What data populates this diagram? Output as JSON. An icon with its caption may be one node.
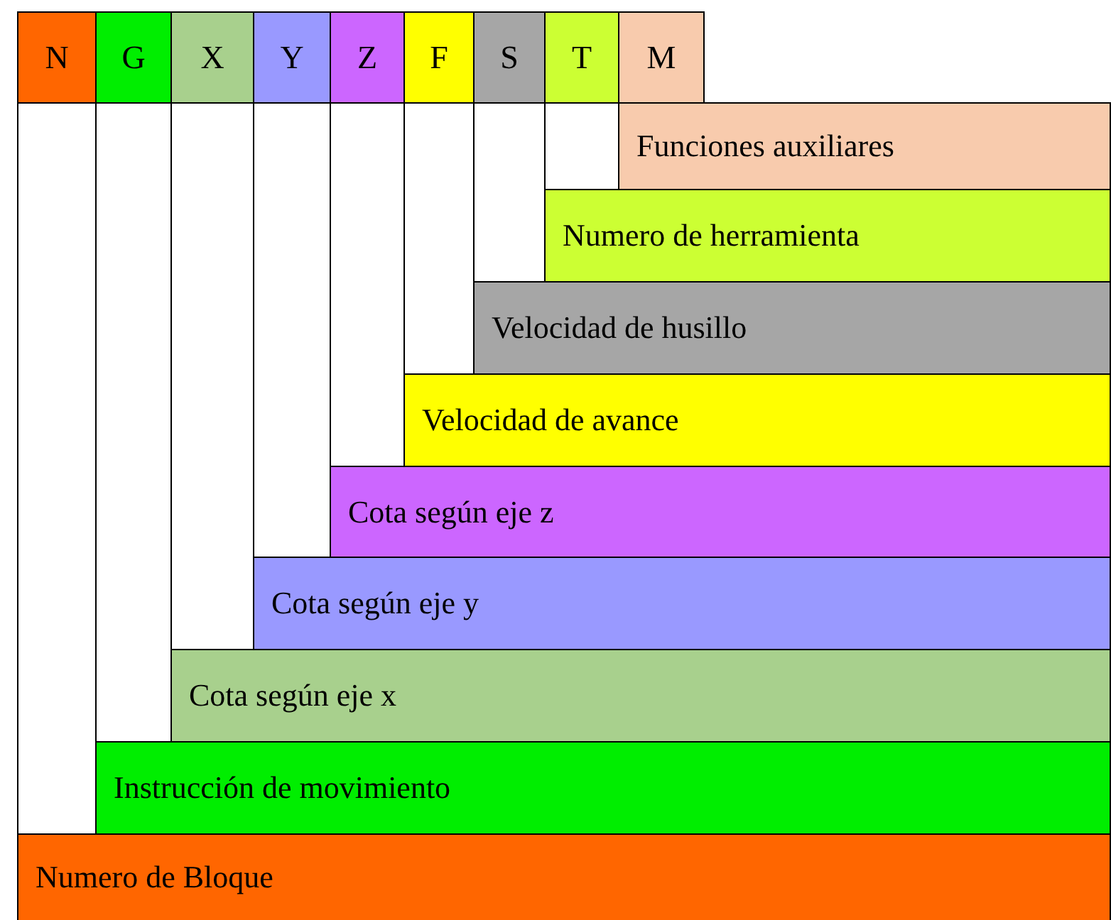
{
  "diagram": {
    "nodes": [
      {
        "text": [
          "N"
        ]
      },
      {
        "text": [
          "G"
        ]
      },
      {
        "text": [
          "X"
        ]
      },
      {
        "text": [
          "Y"
        ]
      },
      {
        "text": [
          "Z"
        ]
      },
      {
        "text": [
          "F"
        ]
      },
      {
        "text": [
          "S"
        ]
      },
      {
        "text": [
          "T"
        ]
      },
      {
        "text": [
          "M"
        ]
      },
      {
        "text": [
          "Funciones auxiliares"
        ]
      },
      {
        "text": [
          "Numero de herramienta"
        ]
      },
      {
        "text": [
          "Velocidad de husillo"
        ]
      },
      {
        "text": [
          "Velocidad de avance"
        ]
      },
      {
        "text": [
          "Cota según eje z"
        ]
      },
      {
        "text": [
          "Cota según eje y"
        ]
      },
      {
        "text": [
          "Cota según eje x"
        ]
      },
      {
        "text": [
          "Instrucción de movimiento"
        ]
      },
      {
        "text": [
          "Numero de Bloque"
        ]
      }
    ],
    "edges": [
      {
        "from": 0,
        "to": 17,
        "arrow": "none"
      },
      {
        "from": 1,
        "to": 16,
        "arrow": "none"
      },
      {
        "from": 2,
        "to": 15,
        "arrow": "none"
      },
      {
        "from": 3,
        "to": 14,
        "arrow": "none"
      },
      {
        "from": 4,
        "to": 13,
        "arrow": "none"
      },
      {
        "from": 5,
        "to": 12,
        "arrow": "none"
      },
      {
        "from": 6,
        "to": 11,
        "arrow": "none"
      },
      {
        "from": 7,
        "to": 10,
        "arrow": "none"
      }
    ]
  }
}
